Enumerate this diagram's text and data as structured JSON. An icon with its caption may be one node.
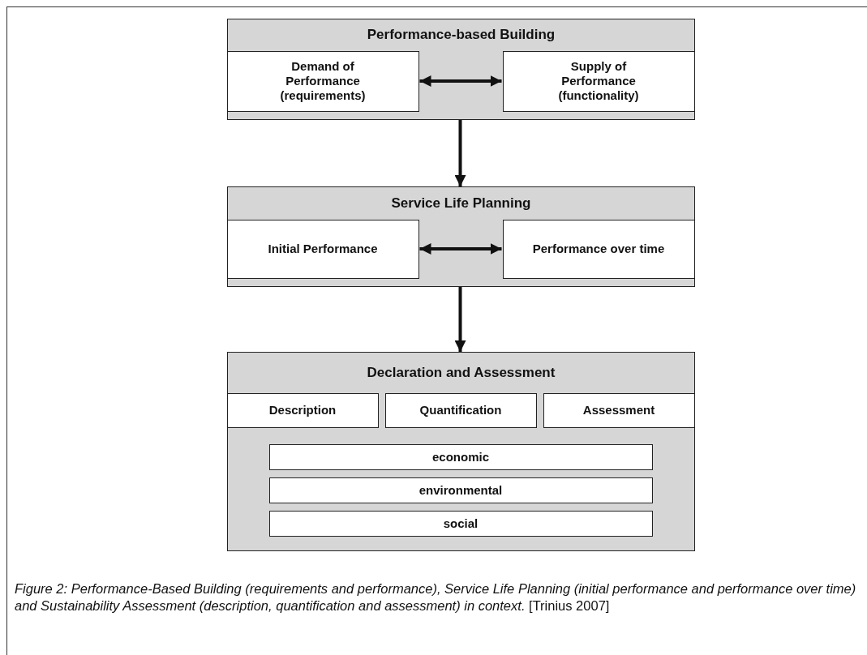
{
  "diagram": {
    "caption": "*Figure 2: Performance-Based Building (requirements and performance), Service Life Planning (initial performance and performance over time) and Sustainability Assessment (description, quantification and assessment) in context.* [Trinius 2007]",
    "nodes": [
      {
        "text": [
          "Performance-based Building"
        ]
      },
      {
        "text": [
          "Demand of Performance (requirements)"
        ],
        "in": 0
      },
      {
        "text": [
          "Supply of Performance (functionality)"
        ],
        "in": 0
      },
      {
        "text": [
          "Service Life Planning"
        ]
      },
      {
        "text": [
          "Initial Performance"
        ],
        "in": 3
      },
      {
        "text": [
          "Performance over time"
        ],
        "in": 3
      },
      {
        "text": [
          "Declaration and Assessment"
        ]
      },
      {
        "text": [
          "Description"
        ],
        "in": 6
      },
      {
        "text": [
          "Quantification"
        ],
        "in": 6
      },
      {
        "text": [
          "Assessment"
        ],
        "in": 6
      },
      {
        "text": [
          "economic"
        ],
        "in": 6
      },
      {
        "text": [
          "environmental"
        ],
        "in": 6
      },
      {
        "text": [
          "social"
        ],
        "in": 6
      }
    ],
    "edges": [
      {
        "from": 1,
        "to": 2,
        "arrow": "both"
      },
      {
        "from": 0,
        "to": 3,
        "arrow": "to"
      },
      {
        "from": 4,
        "to": 5,
        "arrow": "both"
      },
      {
        "from": 3,
        "to": 6,
        "arrow": "to"
      }
    ]
  }
}
